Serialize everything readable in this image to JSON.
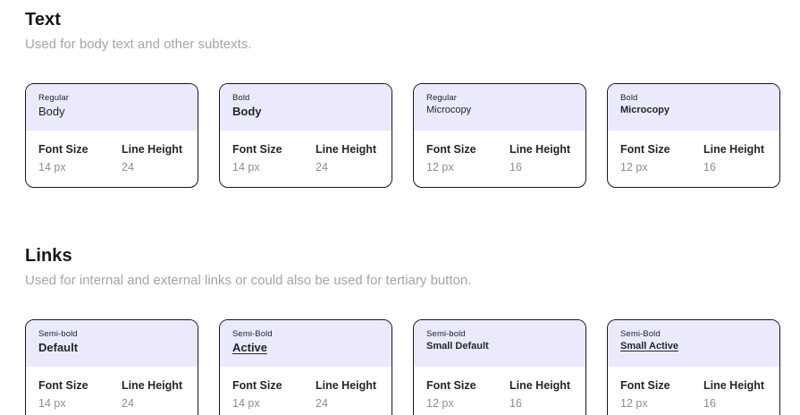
{
  "labels": {
    "font_size": "Font Size",
    "line_height": "Line Height"
  },
  "colors": {
    "specimen_background": "#eaeafc",
    "card_border": "#16161e",
    "text_dark": "#21272a",
    "value_gray": "#8d8d96",
    "description_gray": "#a6a6a6"
  },
  "sections": [
    {
      "title": "Text",
      "description": "Used for body text and other subtexts.",
      "cards": [
        {
          "weight": "Regular",
          "name": "Body",
          "font_size": "14 px",
          "line_height": "24"
        },
        {
          "weight": "Bold",
          "name": "Body",
          "font_size": "14 px",
          "line_height": "24"
        },
        {
          "weight": "Regular",
          "name": "Microcopy",
          "font_size": "12 px",
          "line_height": "16"
        },
        {
          "weight": "Bold",
          "name": "Microcopy",
          "font_size": "12 px",
          "line_height": "16"
        }
      ]
    },
    {
      "title": "Links",
      "description": "Used for internal and external links or could also be used for tertiary button.",
      "cards": [
        {
          "weight": "Semi-bold",
          "name": "Default",
          "font_size": "14 px",
          "line_height": "24"
        },
        {
          "weight": "Semi-Bold",
          "name": "Active",
          "font_size": "14 px",
          "line_height": "24"
        },
        {
          "weight": "Semi-bold",
          "name": "Small Default",
          "font_size": "12 px",
          "line_height": "16"
        },
        {
          "weight": "Semi-Bold",
          "name": "Small Active",
          "font_size": "12 px",
          "line_height": "16"
        }
      ]
    }
  ]
}
